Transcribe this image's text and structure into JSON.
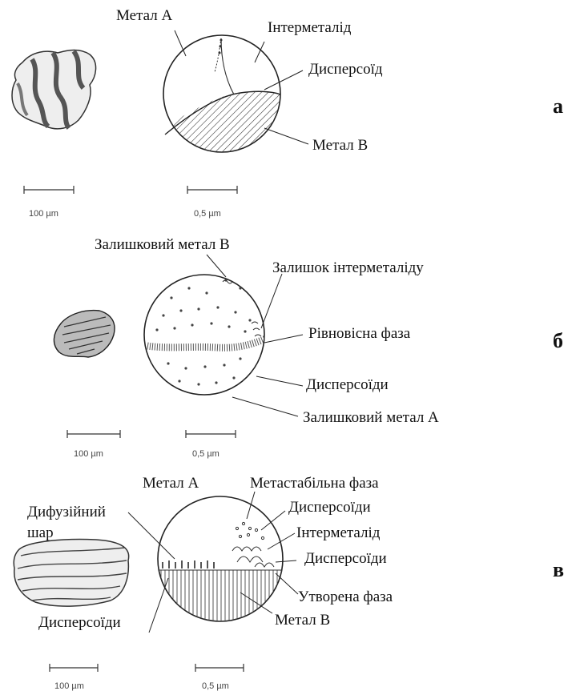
{
  "panels": [
    {
      "letter": "а",
      "labels": {
        "metal_a": "Метал А",
        "intermetallic": "Інтерметалід",
        "dispersoid": "Дисперсоїд",
        "metal_b": "Метал В"
      },
      "scale_left": "100 µm",
      "scale_right": "0,5 µm"
    },
    {
      "letter": "б",
      "labels": {
        "residual_metal_b": "Залишковий метал В",
        "residual_intermetallic": "Залишок інтерметаліду",
        "equilibrium_phase": "Рівновісна фаза",
        "dispersoids": "Дисперсоїди",
        "residual_metal_a": "Залишковий метал А"
      },
      "scale_left": "100 µm",
      "scale_right": "0,5 µm"
    },
    {
      "letter": "в",
      "labels": {
        "metal_a": "Метал А",
        "metastable_phase": "Метастабільна фаза",
        "dispersoids_1": "Дисперсоїди",
        "diffusion_layer_1": "Дифузійний",
        "diffusion_layer_2": "шар",
        "intermetallic": "Інтерметалід",
        "dispersoids_2": "Дисперсоїди",
        "formed_phase": "Утворена фаза",
        "dispersoids_3": "Дисперсоїди",
        "metal_b": "Метал В"
      },
      "scale_left": "100 µm",
      "scale_right": "0,5 µm"
    }
  ]
}
